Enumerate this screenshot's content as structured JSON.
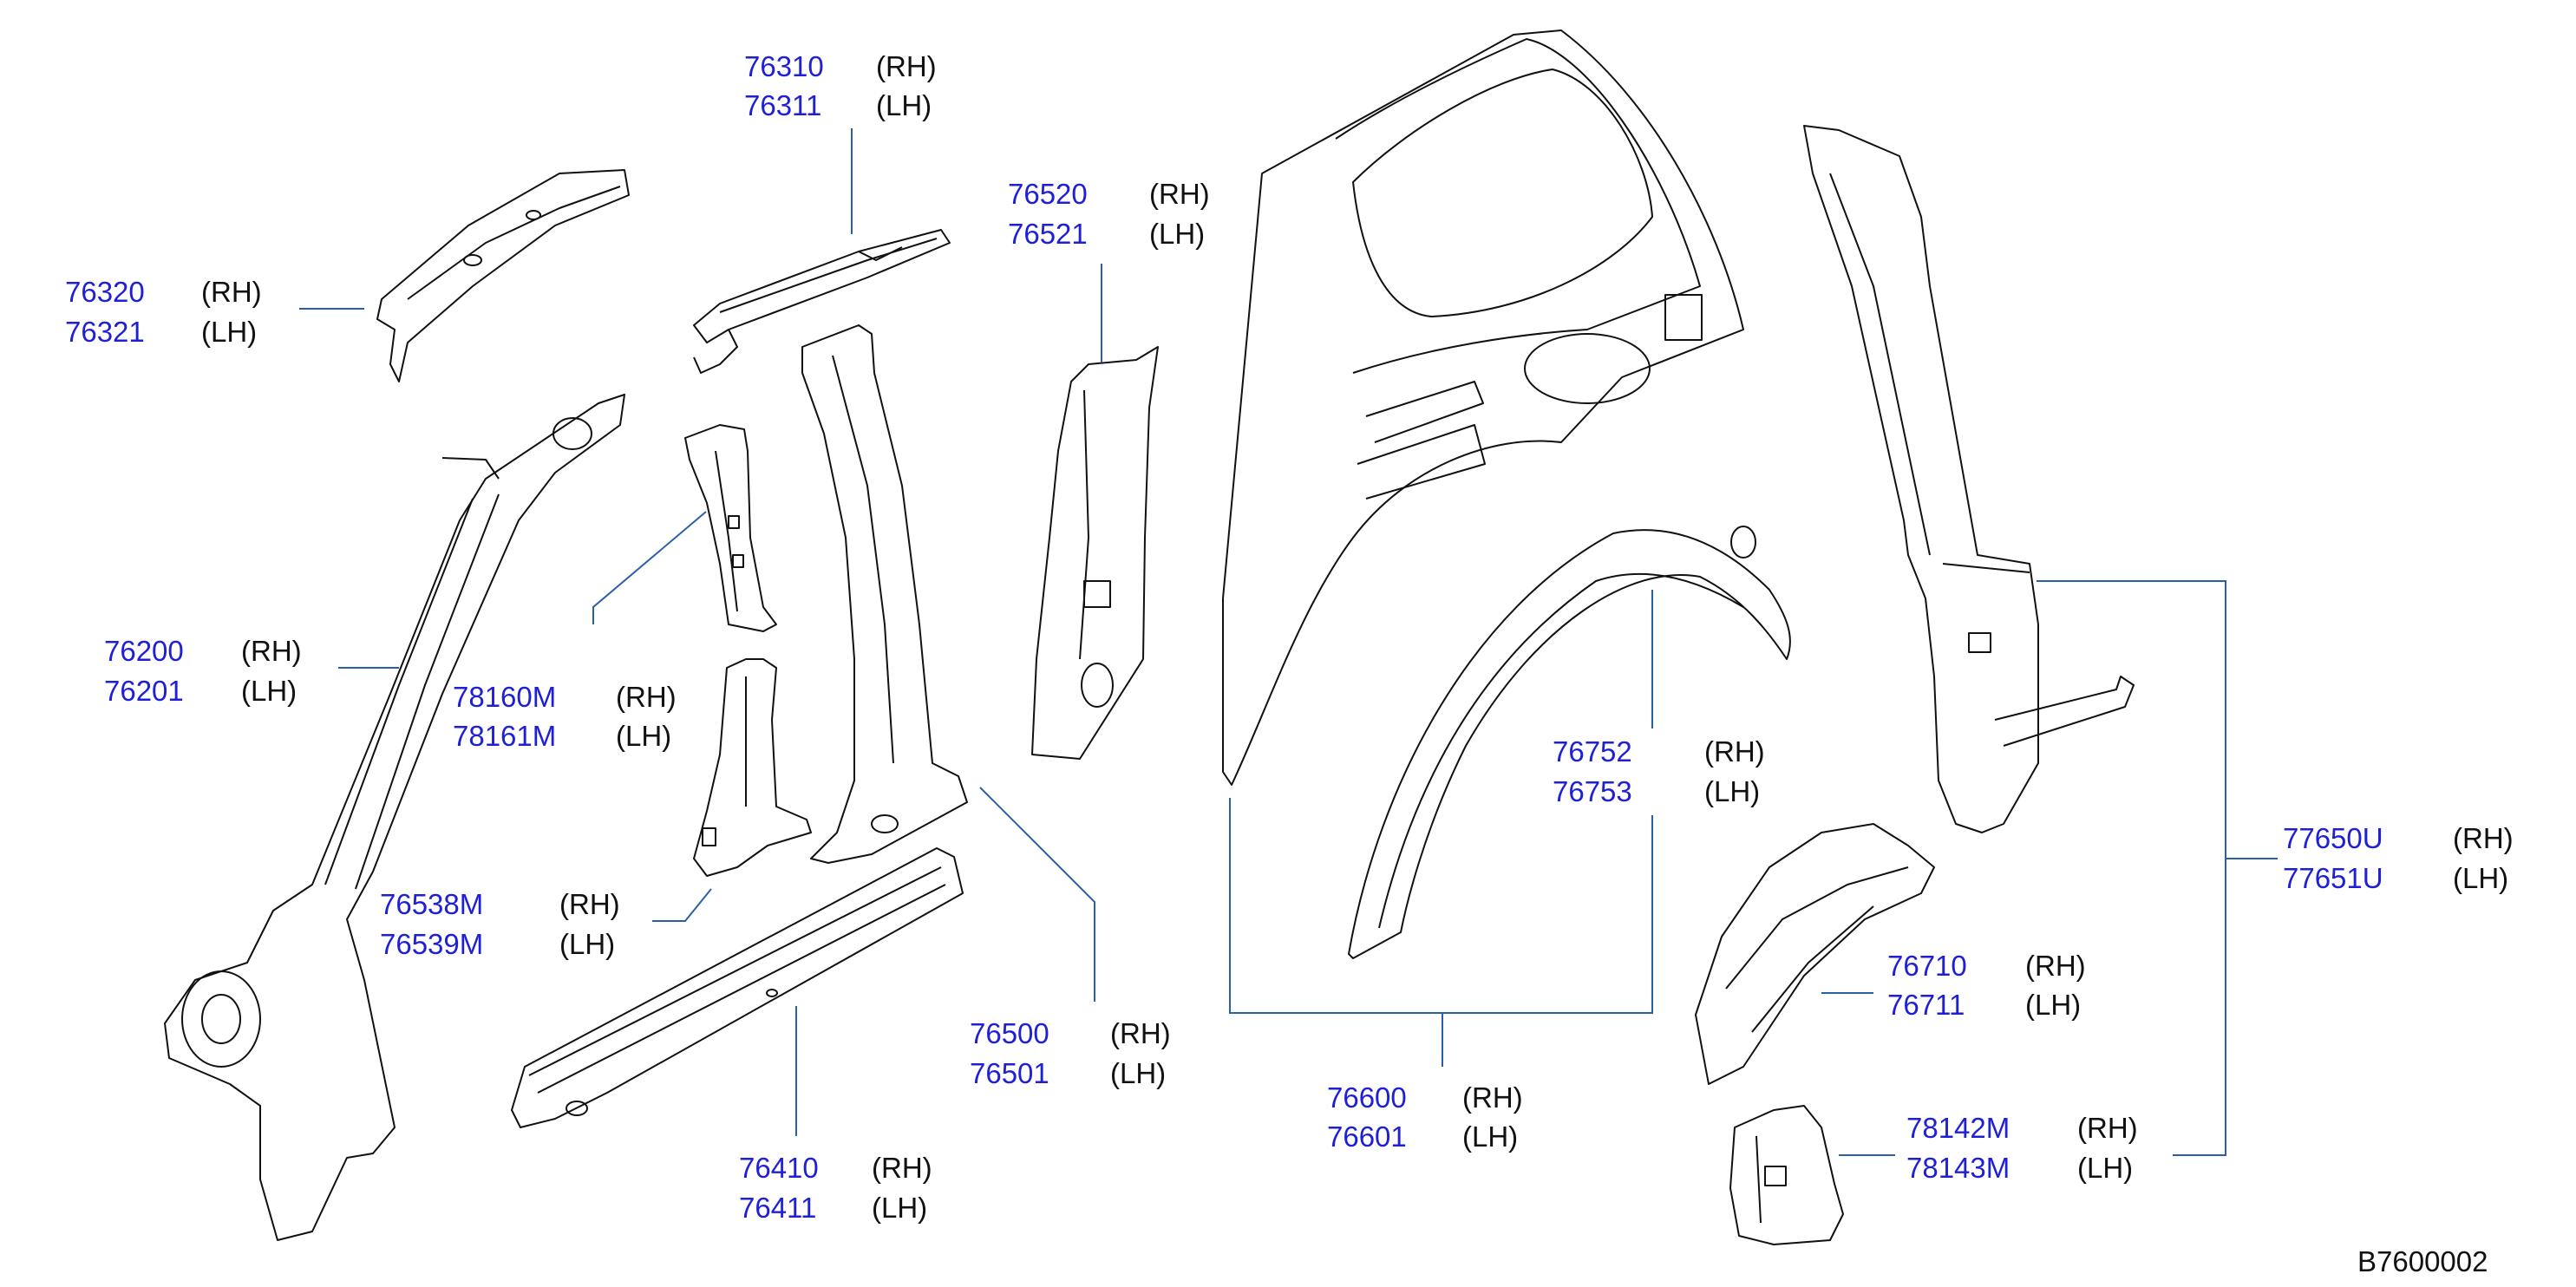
{
  "diagram_id": "B7600002",
  "labels": [
    {
      "id": "76310",
      "a": "76310",
      "b": "76311",
      "a_side": "(RH)",
      "b_side": "(LH)"
    },
    {
      "id": "76320",
      "a": "76320",
      "b": "76321",
      "a_side": "(RH)",
      "b_side": "(LH)"
    },
    {
      "id": "76520",
      "a": "76520",
      "b": "76521",
      "a_side": "(RH)",
      "b_side": "(LH)"
    },
    {
      "id": "76200",
      "a": "76200",
      "b": "76201",
      "a_side": "(RH)",
      "b_side": "(LH)"
    },
    {
      "id": "78160M",
      "a": "78160M",
      "b": "78161M",
      "a_side": "(RH)",
      "b_side": "(LH)"
    },
    {
      "id": "76538M",
      "a": "76538M",
      "b": "76539M",
      "a_side": "(RH)",
      "b_side": "(LH)"
    },
    {
      "id": "76500",
      "a": "76500",
      "b": "76501",
      "a_side": "(RH)",
      "b_side": "(LH)"
    },
    {
      "id": "76410",
      "a": "76410",
      "b": "76411",
      "a_side": "(RH)",
      "b_side": "(LH)"
    },
    {
      "id": "76752",
      "a": "76752",
      "b": "76753",
      "a_side": "(RH)",
      "b_side": "(LH)"
    },
    {
      "id": "76600",
      "a": "76600",
      "b": "76601",
      "a_side": "(RH)",
      "b_side": "(LH)"
    },
    {
      "id": "77650U",
      "a": "77650U",
      "b": "77651U",
      "a_side": "(RH)",
      "b_side": "(LH)"
    },
    {
      "id": "76710",
      "a": "76710",
      "b": "76711",
      "a_side": "(RH)",
      "b_side": "(LH)"
    },
    {
      "id": "78142M",
      "a": "78142M",
      "b": "78143M",
      "a_side": "(RH)",
      "b_side": "(LH)"
    }
  ]
}
